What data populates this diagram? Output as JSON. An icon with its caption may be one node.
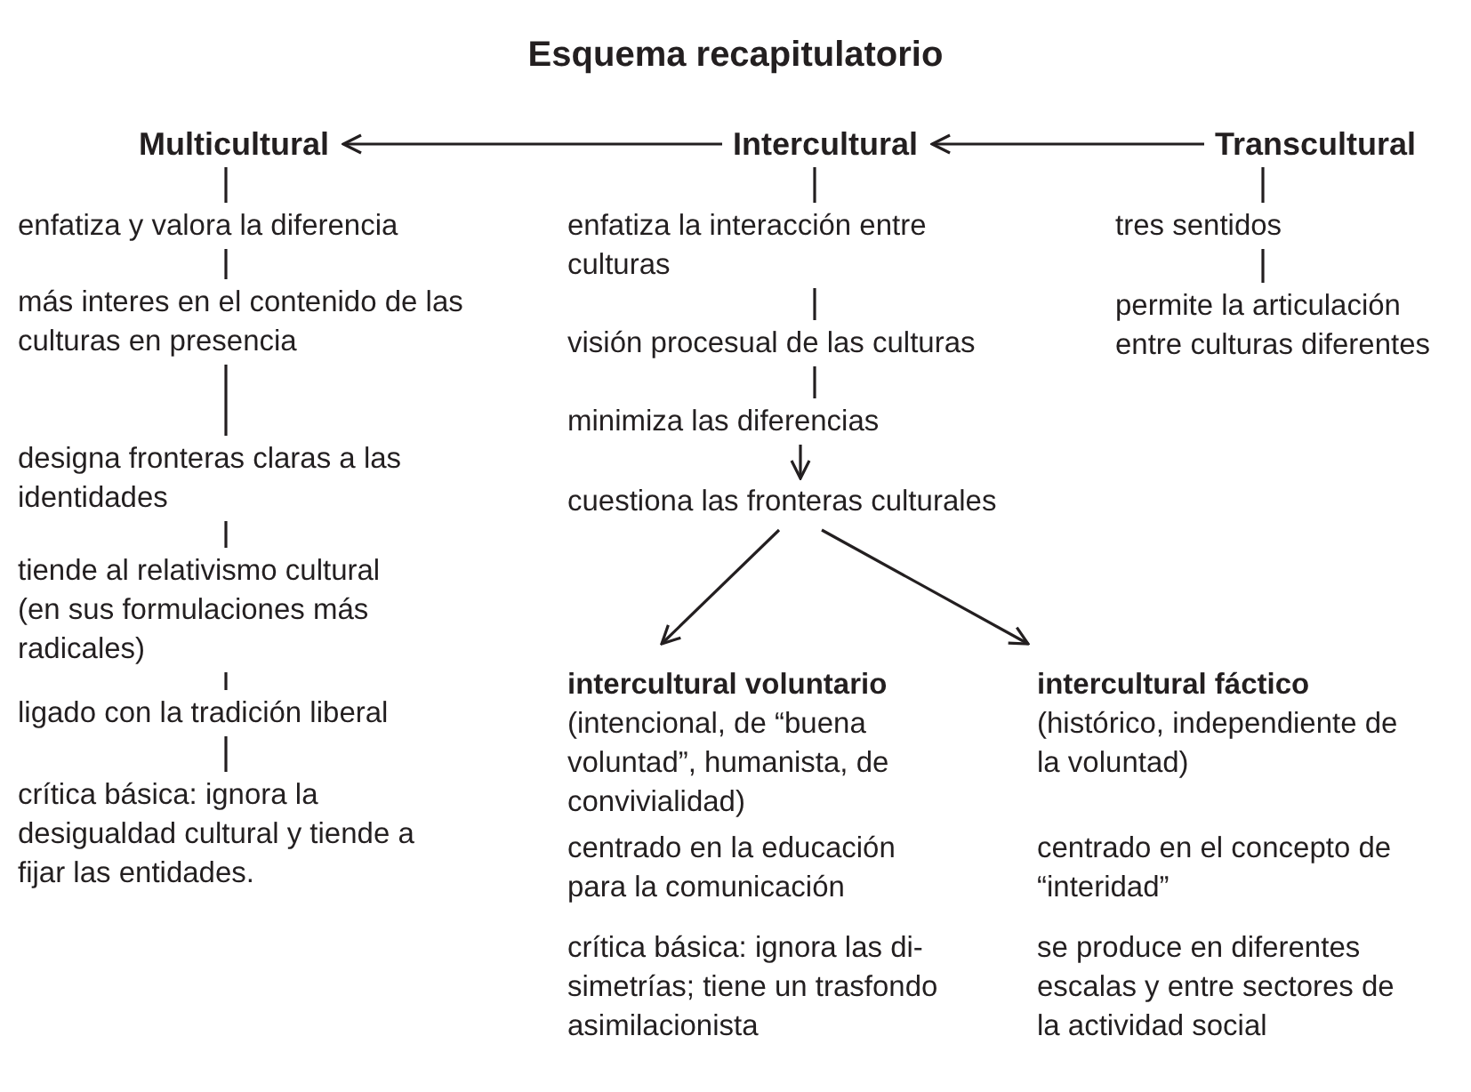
{
  "diagram": {
    "title": "Esquema recapitulatorio",
    "nodes": [
      {
        "text": [
          "Multicultural"
        ]
      },
      {
        "text": [
          "Intercultural"
        ]
      },
      {
        "text": [
          "Transcultural"
        ]
      },
      {
        "text": [
          "enfatiza y valora la diferencia"
        ]
      },
      {
        "text": [
          "más interes en el contenido de las culturas en presencia"
        ]
      },
      {
        "text": [
          "designa fronteras claras a las identidades"
        ]
      },
      {
        "text": [
          "tiende al relativismo cultural (en sus formulaciones más radicales)"
        ]
      },
      {
        "text": [
          "ligado con la tradición liberal"
        ]
      },
      {
        "text": [
          "crítica básica: ignora la desigualdad cultural y tiende a fijar las entidades."
        ]
      },
      {
        "text": [
          "enfatiza la interacción entre culturas"
        ]
      },
      {
        "text": [
          "visión procesual de las culturas"
        ]
      },
      {
        "text": [
          "minimiza las diferencias"
        ]
      },
      {
        "text": [
          "cuestiona las fronteras culturales"
        ]
      },
      {
        "text": [
          "tres sentidos"
        ]
      },
      {
        "text": [
          "permite la articulación entre culturas diferentes"
        ]
      },
      {
        "text": [
          "intercultural voluntario",
          "(intencional, de “buena voluntad”, humanista, de convivialidad)"
        ]
      },
      {
        "text": [
          "centrado en la educación para la comunicación"
        ]
      },
      {
        "text": [
          "crítica básica: ignora las di- simetrías; tiene un trasfondo asimilacionista"
        ]
      },
      {
        "text": [
          "intercultural fáctico",
          "(histórico, independiente de la voluntad)"
        ]
      },
      {
        "text": [
          "centrado en el concepto de “interidad”"
        ]
      },
      {
        "text": [
          "se produce en diferentes escalas y entre sectores de la actividad social"
        ]
      }
    ],
    "edges": [
      {
        "from": 1,
        "to": 0,
        "arrow": "to"
      },
      {
        "from": 2,
        "to": 1,
        "arrow": "to"
      },
      {
        "from": 0,
        "to": 3,
        "arrow": "none"
      },
      {
        "from": 3,
        "to": 4,
        "arrow": "none"
      },
      {
        "from": 4,
        "to": 5,
        "arrow": "none"
      },
      {
        "from": 5,
        "to": 6,
        "arrow": "none"
      },
      {
        "from": 6,
        "to": 7,
        "arrow": "none"
      },
      {
        "from": 7,
        "to": 8,
        "arrow": "none"
      },
      {
        "from": 1,
        "to": 9,
        "arrow": "none"
      },
      {
        "from": 9,
        "to": 10,
        "arrow": "none"
      },
      {
        "from": 10,
        "to": 11,
        "arrow": "none"
      },
      {
        "from": 11,
        "to": 12,
        "arrow": "to"
      },
      {
        "from": 12,
        "to": 15,
        "arrow": "to"
      },
      {
        "from": 12,
        "to": 18,
        "arrow": "to"
      },
      {
        "from": 2,
        "to": 13,
        "arrow": "none"
      },
      {
        "from": 13,
        "to": 14,
        "arrow": "none"
      }
    ]
  }
}
